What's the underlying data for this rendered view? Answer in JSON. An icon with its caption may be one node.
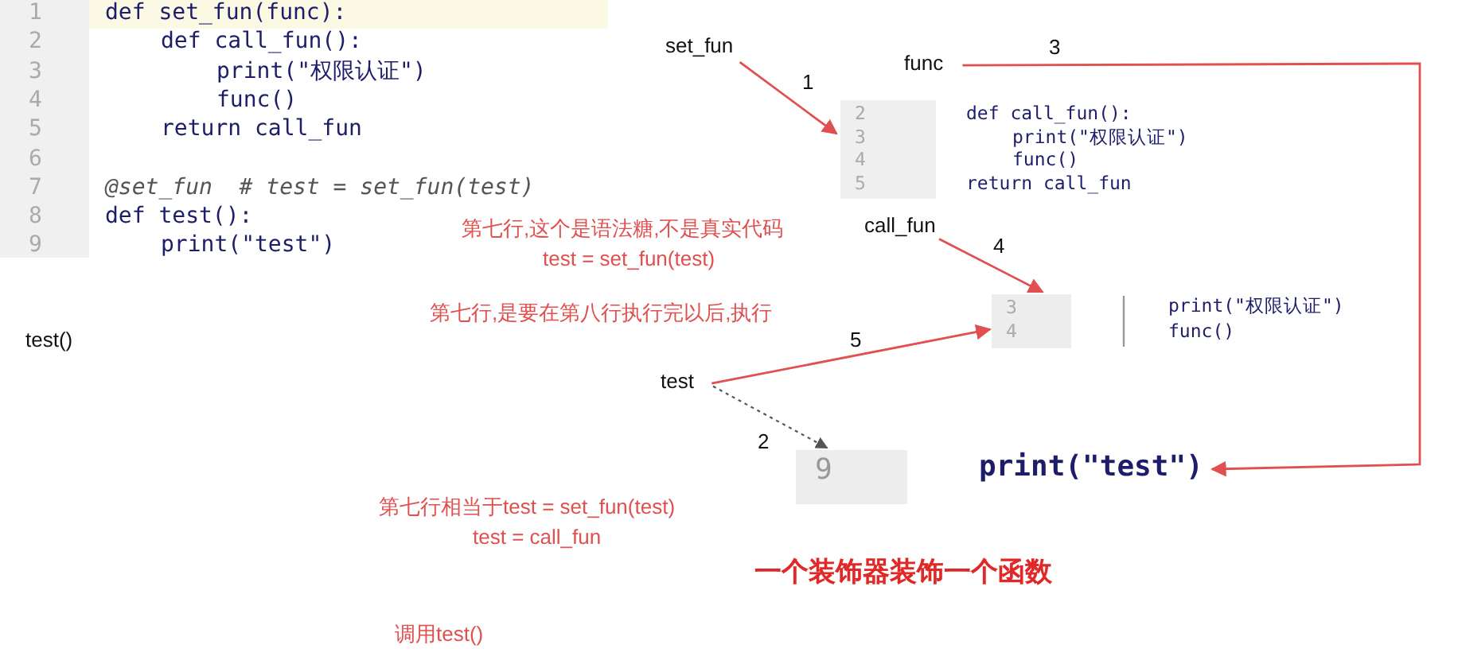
{
  "diagram": {
    "nodes": [
      {
        "text": [
          "def set_fun(func):",
          "def call_fun():",
          "print(\"权限认证\")",
          "func()",
          "return call_fun",
          "@set_fun  # test = set_fun(test)",
          "def test():",
          "print(\"test\")"
        ]
      },
      {
        "text": [
          "set_fun"
        ]
      },
      {
        "text": [
          "func"
        ]
      },
      {
        "text": [
          "def call_fun():",
          "print(\"权限认证\")",
          "func()",
          "return call_fun"
        ]
      },
      {
        "text": [
          "call_fun"
        ]
      },
      {
        "text": [
          "3",
          "4"
        ]
      },
      {
        "text": [
          "test"
        ]
      },
      {
        "text": [
          "9"
        ]
      },
      {
        "text": [
          "print(\"test\")"
        ]
      }
    ],
    "edges": [
      {
        "from": 1,
        "to": 3,
        "arrow": "to",
        "label": "1"
      },
      {
        "from": 6,
        "to": 7,
        "arrow": "to",
        "label": "2",
        "style": "dashed",
        "color": "#555555"
      },
      {
        "from": 2,
        "to": 8,
        "arrow": "to",
        "label": "3"
      },
      {
        "from": 4,
        "to": 5,
        "arrow": "to",
        "label": "4"
      },
      {
        "from": 6,
        "to": 5,
        "arrow": "to",
        "label": "5"
      }
    ],
    "labels": [
      "1",
      "2",
      "3",
      "4",
      "5",
      "6",
      "7",
      "8",
      "9",
      "2",
      "3",
      "4",
      "5",
      "print(\"权限认证\")",
      "func()",
      "第七行,这个是语法糖,不是真实代码",
      "test = set_fun(test)",
      "第七行,是要在第八行执行完以后,执行",
      "test()",
      "第七行相当于test = set_fun(test)",
      "test = call_fun",
      "一个装饰器装饰一个函数",
      "调用test()"
    ]
  }
}
